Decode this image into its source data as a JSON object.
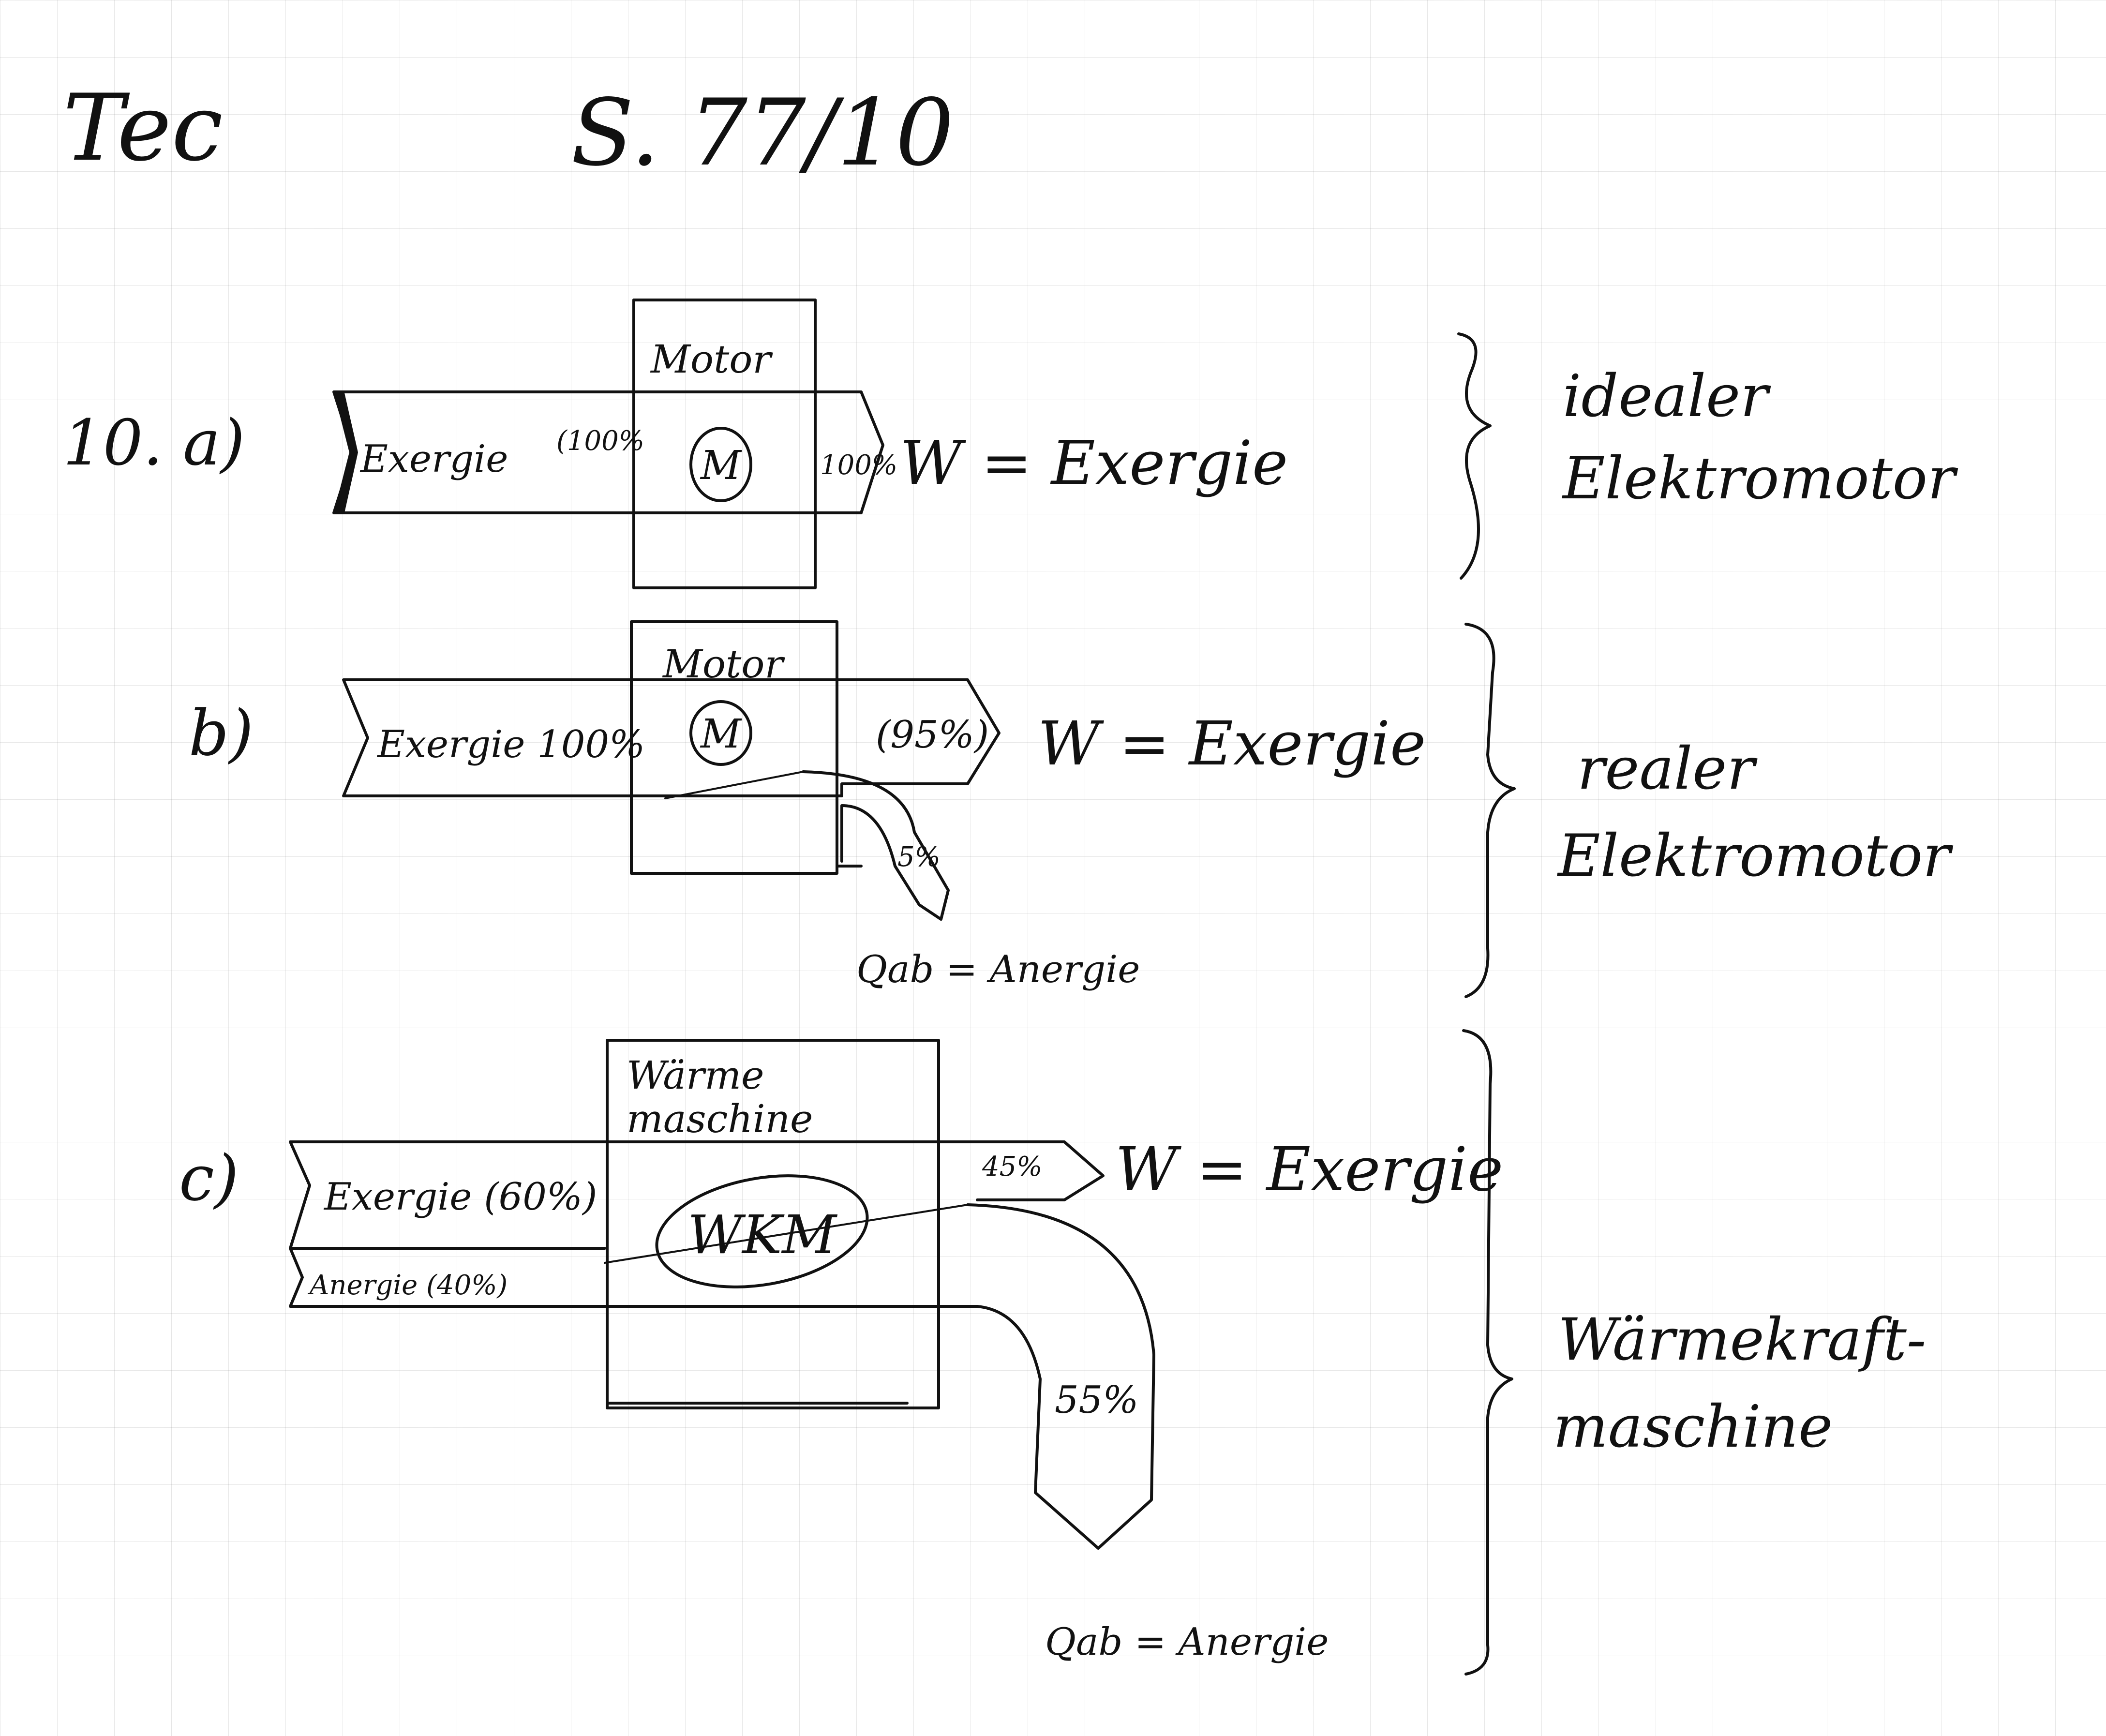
{
  "header": {
    "subject": "Tec",
    "page_ref": "S. 77/10"
  },
  "section_a": {
    "label": "10. a)",
    "box_title": "Motor",
    "symbol": "M",
    "input_label": "Exergie",
    "input_pct": "(100%",
    "output_pct": "100%",
    "output_eq": "W = Exergie",
    "description_line1": "idealer",
    "description_line2": "Elektromotor"
  },
  "section_b": {
    "label": "b)",
    "box_title": "Motor",
    "symbol": "M",
    "input_label": "Exergie 100%",
    "output_pct": "(95%)",
    "output_eq": "W = Exergie",
    "loss_pct": "5%",
    "loss_eq": "Qab = Anergie",
    "description_line1": "realer",
    "description_line2": "Elektromotor"
  },
  "section_c": {
    "label": "c)",
    "box_title_line1": "Wärme",
    "box_title_line2": "maschine",
    "symbol": "WKM",
    "input_exergy": "Exergie (60%)",
    "input_anergy": "Anergie (40%)",
    "output_pct": "45%",
    "output_eq": "W = Exergie",
    "loss_pct": "55%",
    "loss_eq": "Qab = Anergie",
    "description_line1": "Wärmekraft-",
    "description_line2": "maschine"
  }
}
